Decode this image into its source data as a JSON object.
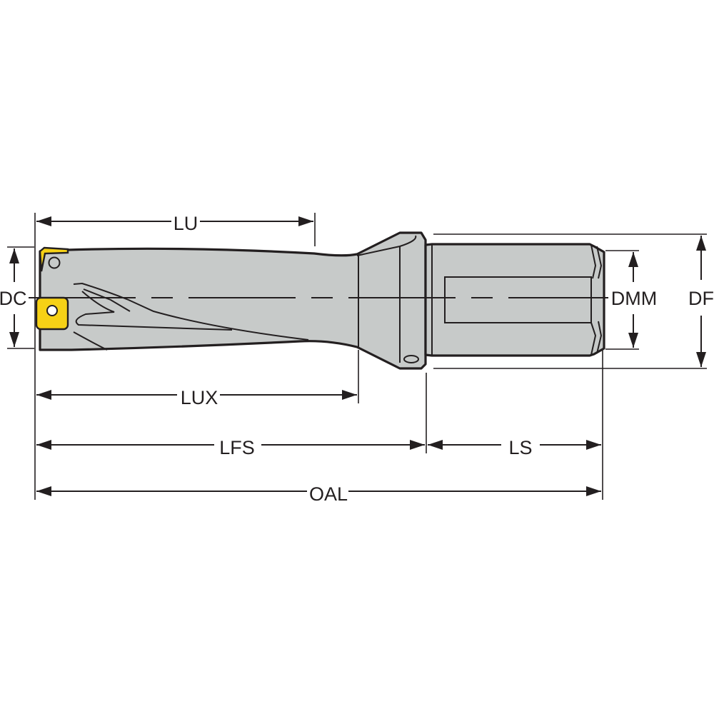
{
  "diagram": {
    "type": "technical-drawing",
    "subject": "indexable insert drill",
    "colors": {
      "body": "#c7cac9",
      "insert": "#f6d116",
      "line": "#231f20",
      "background": "#ffffff"
    },
    "dimensions": {
      "LU": "LU",
      "DC": "DC",
      "LUX": "LUX",
      "LFS": "LFS",
      "LS": "LS",
      "OAL": "OAL",
      "DMM": "DMM",
      "DF": "DF"
    }
  }
}
